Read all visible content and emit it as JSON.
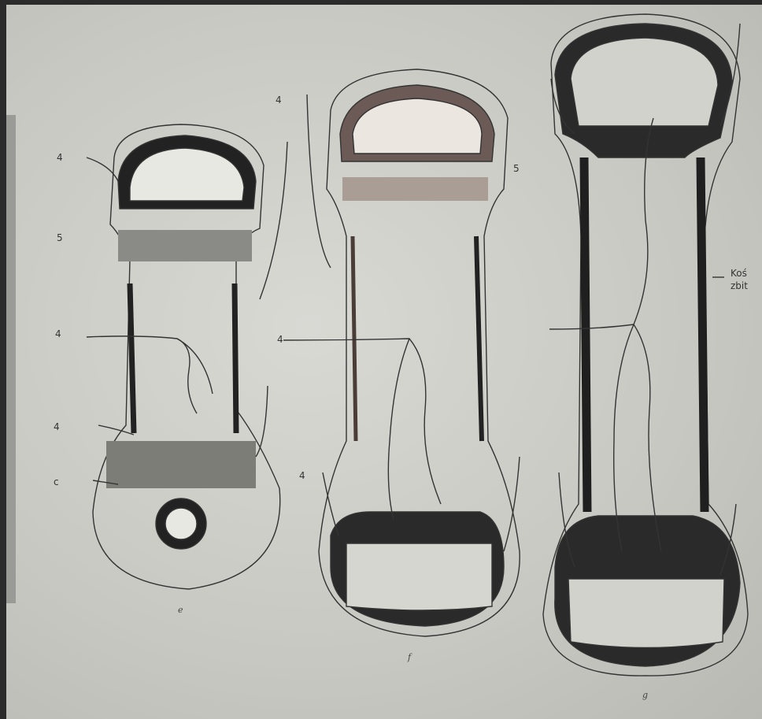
{
  "figure": {
    "panels": [
      {
        "id": "e",
        "caption": "e"
      },
      {
        "id": "f",
        "caption": "f"
      },
      {
        "id": "g",
        "caption": "g"
      }
    ],
    "labels": {
      "e_4_top": "4",
      "e_5": "5",
      "e_4_mid": "4",
      "e_4_low": "4",
      "e_c": "c",
      "f_4_top": "4",
      "f_5": "5",
      "f_4_mid": "4",
      "f_4_low": "4",
      "g_side_line1": "Koś",
      "g_side_line2": "zbit"
    }
  }
}
